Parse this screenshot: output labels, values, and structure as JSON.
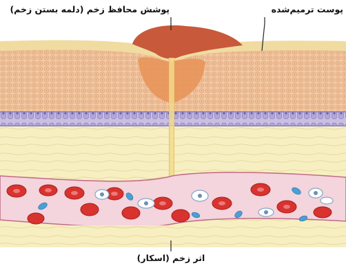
{
  "labels": {
    "scab_label": "پوشش محافظ زخم (دلمه بستن زخم)",
    "repaired_skin_label": "پوست ترمیم‌شده",
    "scar_label": "اثر زخم (اسکار)"
  },
  "colors": {
    "scab": "#c8593a",
    "epidermis": "#f2c9a4",
    "basal_layer": "#b7a8d6",
    "dermis": "#f7efc2",
    "blood_vessel": "#f4d4dd",
    "red_cell": "#d8332e",
    "platelet": "#4aa0d6",
    "leader_line": "#222222"
  }
}
